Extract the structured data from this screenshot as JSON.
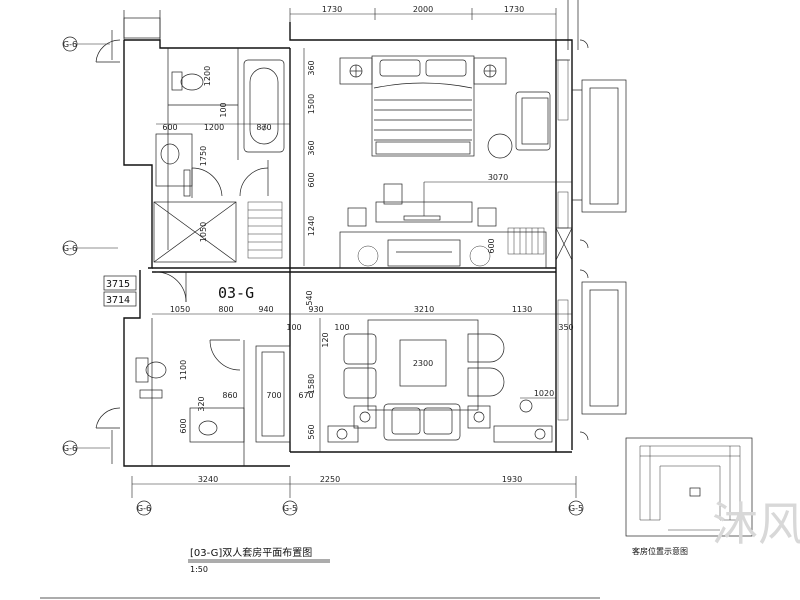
{
  "top_dims": [
    "1730",
    "2000",
    "1730"
  ],
  "bottom_dims": [
    "3240",
    "2250",
    "1930"
  ],
  "interior_dims": {
    "bath_h1": "1200",
    "bath_h2": "100",
    "bath_600": "600",
    "bath_1200": "1200",
    "bath_870": "870",
    "bath_1750": "1750",
    "bath_1050": "1050",
    "bed_360a": "360",
    "bed_1500": "1500",
    "bed_360b": "360",
    "bed_600": "600",
    "bed_1240": "1240",
    "bed_3070": "3070",
    "bed_600b": "600",
    "mid_540": "540",
    "mid_1050": "1050",
    "mid_800": "800",
    "mid_940": "940",
    "mid_100a": "100",
    "mid_930": "930",
    "mid_100b": "100",
    "mid_3210": "3210",
    "mid_1130": "1130",
    "mid_350": "350",
    "liv_120": "120",
    "liv_1100": "1100",
    "liv_1580": "1580",
    "liv_2300": "2300",
    "liv_860": "860",
    "liv_320": "320",
    "liv_700": "700",
    "liv_670": "670",
    "liv_600": "600",
    "liv_560": "560",
    "liv_1020": "1020"
  },
  "grid_labels": {
    "left_top": "G-6",
    "left_mid": "G-6",
    "left_bot": "G-6",
    "bot_1": "G-6",
    "bot_2": "G-5",
    "bot_3": "G-5"
  },
  "room_label": "03-G",
  "room_numbers": [
    "3715",
    "3714"
  ],
  "title": "[03-G]双人套房平面布置图",
  "scale": "1:50",
  "key_plan_caption": "客房位置示意图",
  "watermark": "沐风"
}
